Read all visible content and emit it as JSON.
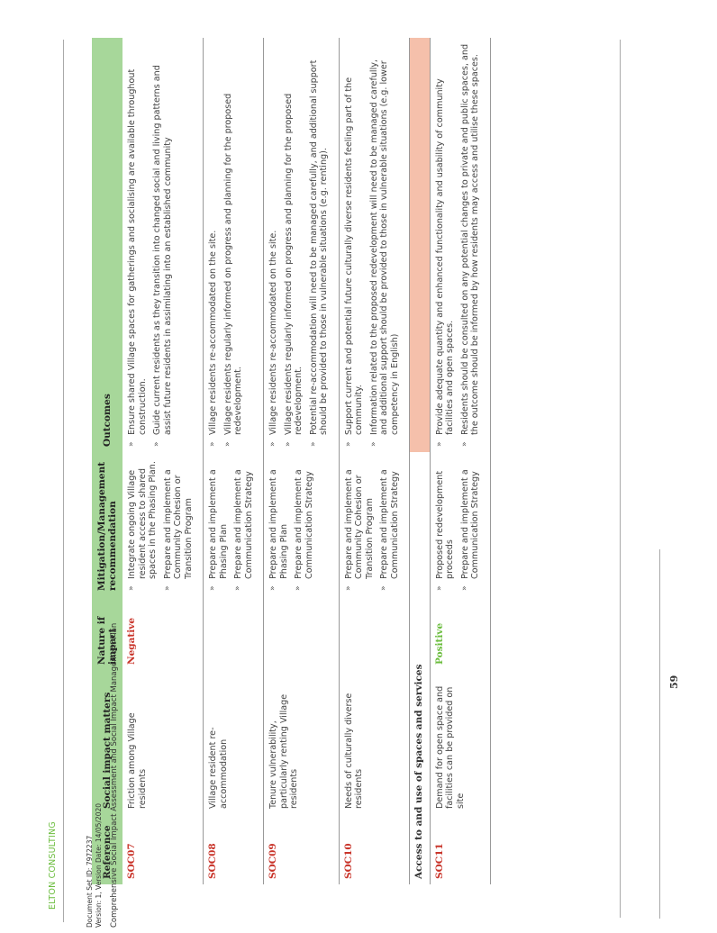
{
  "brand": "ELTON CONSULTING",
  "footer": {
    "title": "Comprehensive Social Impact Assessment and Social Impact Management Plan",
    "doc_set": "Document Set ID: 7972237",
    "version": "Version: 1, Version Date: 14/05/2020",
    "page_number": "59"
  },
  "table": {
    "headers": {
      "reference": "Reference",
      "matters": "Social impact matters",
      "nature": "Nature if impact",
      "mitigation": "Mitigation/Management recommendation",
      "outcomes": "Outcomes"
    },
    "bullet_marker": "»",
    "rows": [
      {
        "ref": "SOC07",
        "matter": "Friction among Village residents",
        "nature": "Negative",
        "mitigation": [
          "Integrate ongoing Village resident access to shared spaces in the Phasing Plan.",
          "Prepare and implement a Community Cohesion or Transition Program"
        ],
        "outcomes": [
          "Ensure shared Village spaces for gatherings and socialising are available throughout construction.",
          "Guide current residents as they transition into changed social and living patterns and assist future residents in assimilating into an established community"
        ]
      },
      {
        "ref": "SOC08",
        "matter": "Village resident re-accommodation",
        "nature": "",
        "mitigation": [
          "Prepare and implement a Phasing Plan",
          "Prepare and implement a Communication Strategy"
        ],
        "outcomes": [
          "Village residents re-accommodated on the site.",
          "Village residents regularly informed on progress and planning for the proposed redevelopment."
        ]
      },
      {
        "ref": "SOC09",
        "matter": "Tenure vulnerability, particularly renting Village residents",
        "nature": "",
        "mitigation": [
          "Prepare and implement a Phasing Plan",
          "Prepare and implement a Communication Strategy"
        ],
        "outcomes": [
          "Village residents re-accommodated on the site.",
          "Village residents regularly informed on progress and planning for the proposed redevelopment.",
          "Potential re-accommodation will need to be managed carefully, and additional support should be provided to those in vulnerable situations (e.g. renting)."
        ]
      },
      {
        "ref": "SOC10",
        "matter": "Needs of culturally diverse residents",
        "nature": "",
        "mitigation": [
          "Prepare and implement a Community Cohesion or Transition Program",
          "Prepare and implement a Communication Strategy"
        ],
        "outcomes": [
          "Support current and potential future culturally diverse residents feeling part of the community.",
          "Information related to the proposed redevelopment will need to be managed carefully, and additional support should be provided to those in vulnerable situations (e.g. lower competency in English)"
        ]
      }
    ],
    "section": {
      "label": "Access to and use of spaces and services"
    },
    "section_rows": [
      {
        "ref": "SOC11",
        "matter": "Demand for open space and facilities can be provided on site",
        "nature": "Positive",
        "mitigation": [
          "Proposed redevelopment proceeds",
          "Prepare and implement a Communication Strategy"
        ],
        "outcomes": [
          "Provide adequate quantity and enhanced functionality and usability of community facilities and open spaces.",
          "Residents should be consulted on any potential changes to private and public spaces, and the outcome should be informed by how residents may access and utilise these spaces."
        ]
      }
    ]
  }
}
